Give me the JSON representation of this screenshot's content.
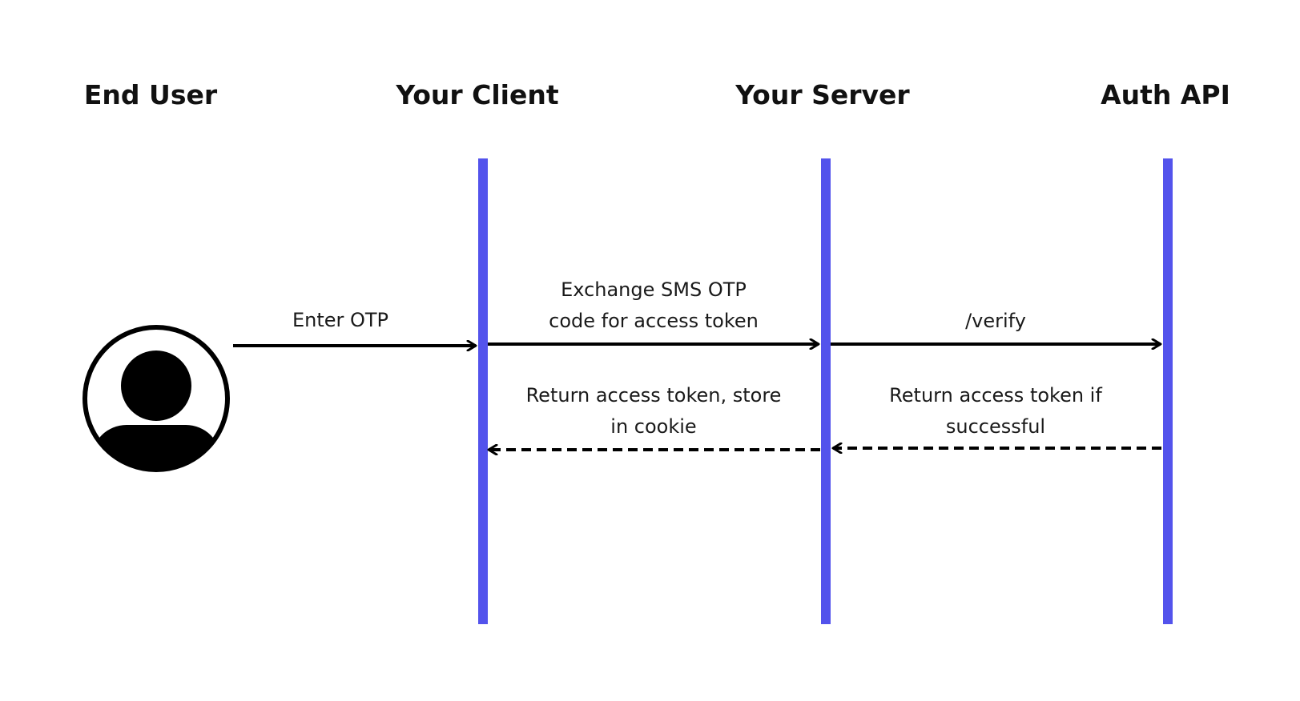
{
  "actors": [
    {
      "id": "end-user",
      "label": "End User"
    },
    {
      "id": "your-client",
      "label": "Your Client"
    },
    {
      "id": "your-server",
      "label": "Your Server"
    },
    {
      "id": "auth-api",
      "label": "Auth API"
    }
  ],
  "messages": [
    {
      "id": "enter-otp",
      "from": "end-user",
      "to": "your-client",
      "style": "solid",
      "lines": [
        "Enter OTP"
      ]
    },
    {
      "id": "exchange-otp",
      "from": "your-client",
      "to": "your-server",
      "style": "solid",
      "lines": [
        "Exchange SMS OTP",
        "code for access token"
      ]
    },
    {
      "id": "verify",
      "from": "your-server",
      "to": "auth-api",
      "style": "solid",
      "lines": [
        "/verify"
      ]
    },
    {
      "id": "return-if-successful",
      "from": "auth-api",
      "to": "your-server",
      "style": "dashed",
      "lines": [
        "Return access token if",
        "successful"
      ]
    },
    {
      "id": "return-store-cookie",
      "from": "your-server",
      "to": "your-client",
      "style": "dashed",
      "lines": [
        "Return access token, store",
        "in cookie"
      ]
    }
  ],
  "icons": {
    "end_user": "user-avatar-icon"
  },
  "colors": {
    "lifeline": "#5353ec",
    "arrow": "#000000",
    "text": "#111111",
    "background": "#ffffff"
  }
}
